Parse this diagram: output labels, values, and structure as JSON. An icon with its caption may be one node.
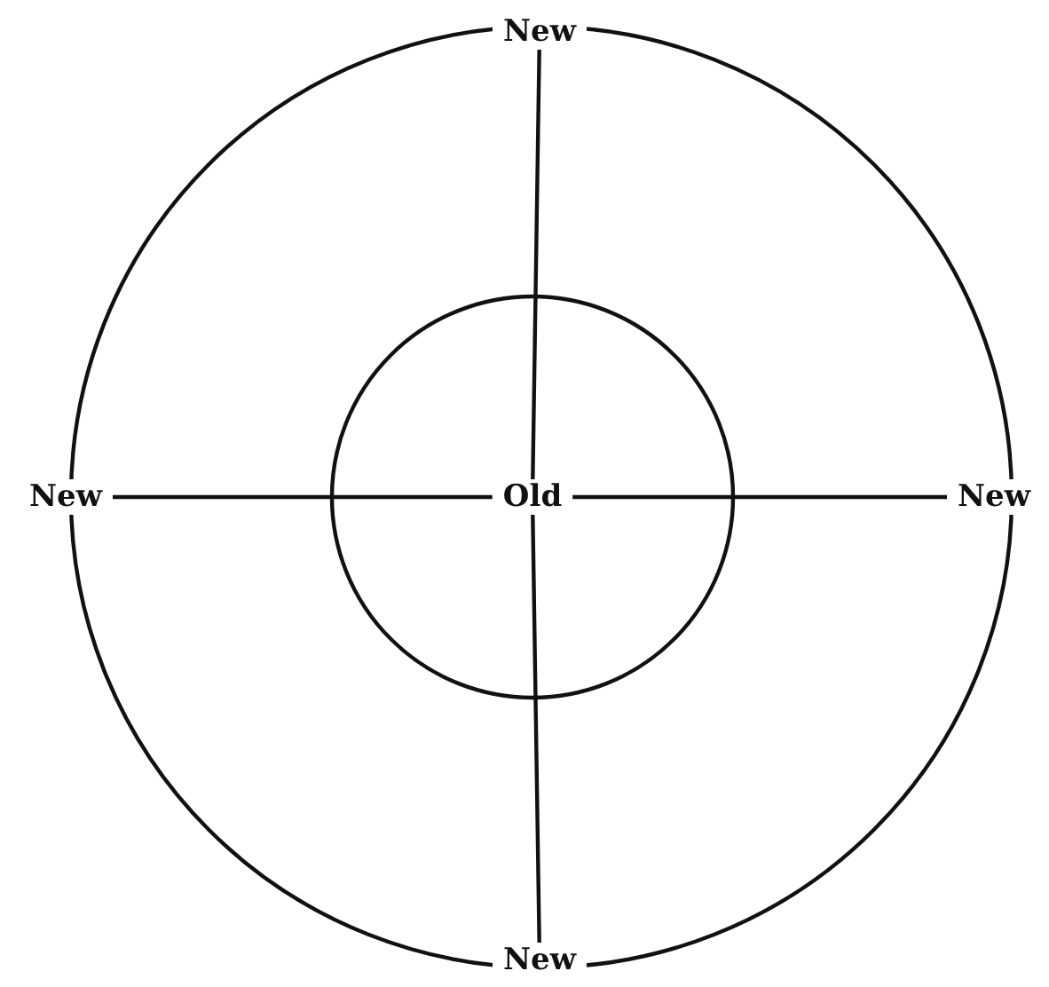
{
  "diagram": {
    "nodes": [
      {
        "text": [],
        "shape": "circle"
      },
      {
        "text": [],
        "shape": "circle",
        "in": 0
      },
      {
        "text": [
          "Old"
        ],
        "in": 1
      },
      {
        "text": [
          "New"
        ]
      },
      {
        "text": [
          "New"
        ]
      },
      {
        "text": [
          "New"
        ]
      },
      {
        "text": [
          "New"
        ]
      }
    ],
    "edges": [
      {
        "from": 2,
        "to": 3,
        "arrow": "none"
      },
      {
        "from": 2,
        "to": 4,
        "arrow": "none"
      },
      {
        "from": 2,
        "to": 5,
        "arrow": "none"
      },
      {
        "from": 2,
        "to": 6,
        "arrow": "none"
      }
    ]
  }
}
